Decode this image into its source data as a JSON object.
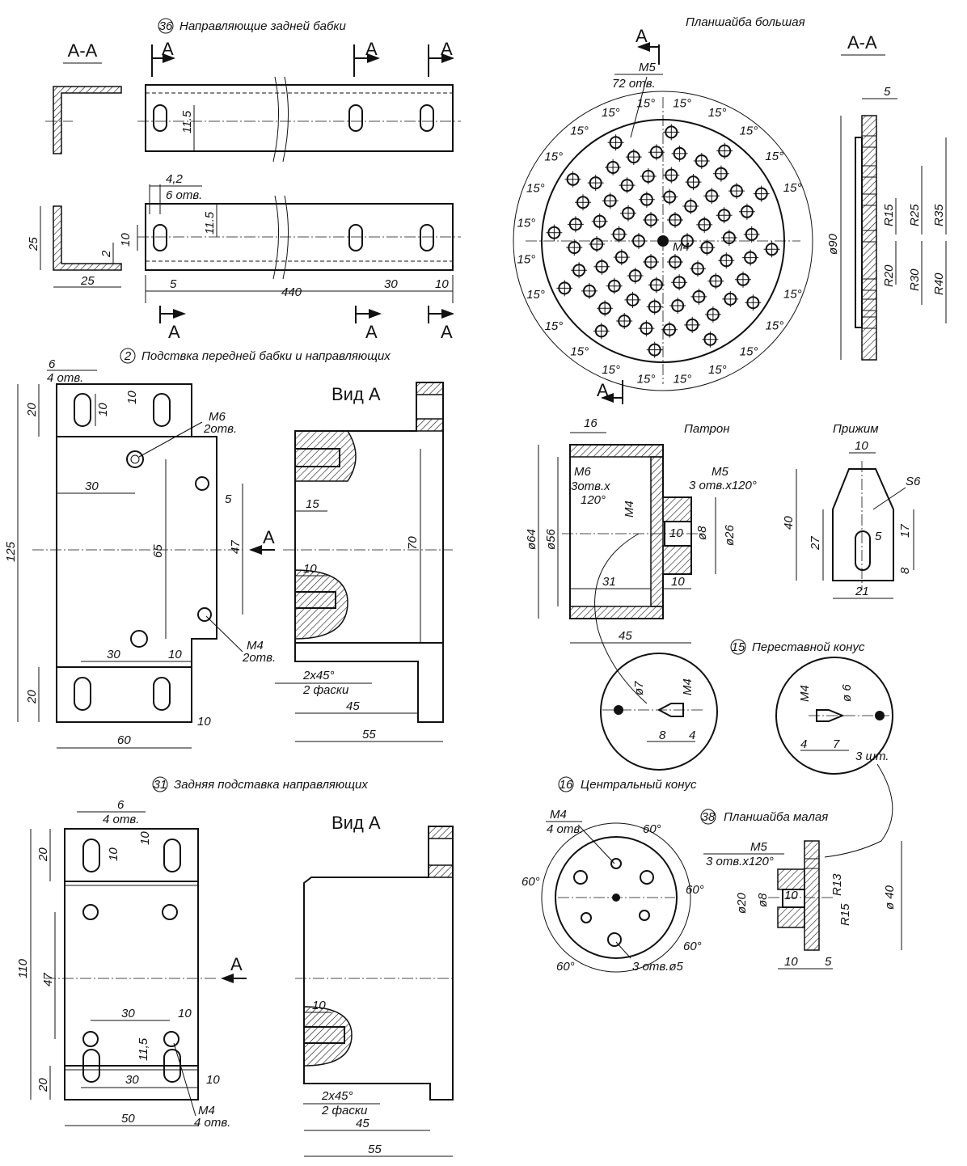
{
  "titles": {
    "rail": {
      "num": "36",
      "text": "Направляющие задней бабки"
    },
    "stand_front": {
      "num": "2",
      "text": "Подствка передней бабки и направляющих"
    },
    "stand_rear": {
      "num": "31",
      "text": "Задняя подставка направляющих"
    },
    "plate_big": "Планшайба большая",
    "chuck": "Патрон",
    "clamp": "Прижим",
    "cone_mov": {
      "num": "15",
      "text": "Переставной конус"
    },
    "cone_center": {
      "num": "16",
      "text": "Центральный конус"
    },
    "plate_small": {
      "num": "38",
      "text": "Планшайба малая"
    }
  },
  "labels": {
    "section_aa": "А-А",
    "letter_a": "А",
    "view_a": "Вид А"
  },
  "rail": {
    "d_11_5a": "11.5",
    "d_11_5b": "11.5",
    "d_4_2": "4,2",
    "holes_6": "6 отв.",
    "d_10": "10",
    "d_25a": "25",
    "d_25b": "25",
    "d_2": "2",
    "d_5": "5",
    "d_440": "440",
    "d_30": "30",
    "d_10b": "10"
  },
  "stand_front": {
    "d_6": "6",
    "holes_4": "4 отв.",
    "d_20a": "20",
    "d_10a": "10",
    "d_10b": "10",
    "m6": "М6",
    "m6_n": "2отв.",
    "d_30a": "30",
    "d_125": "125",
    "d_65": "65",
    "d_5": "5",
    "d_47": "47",
    "m4": "М4",
    "m4_n": "2отв.",
    "d_30b": "30",
    "d_10c": "10",
    "d_20b": "20",
    "d_10d": "10",
    "d_60": "60",
    "va_15": "15",
    "va_70": "70",
    "va_10": "10",
    "va_ch": "2x45°",
    "va_ch_n": "2 фаски",
    "va_45": "45",
    "va_55": "55"
  },
  "stand_rear": {
    "d_6": "6",
    "holes_4": "4 отв.",
    "d_20a": "20",
    "d_10a": "10",
    "d_10b": "10",
    "d_110": "110",
    "d_47": "47",
    "d_30a": "30",
    "d_10c": "10",
    "d_11_5": "11,5",
    "m4": "М4",
    "m4_n": "4 отв.",
    "d_20b": "20",
    "d_30b": "30",
    "d_10d": "10",
    "d_50": "50",
    "va_10": "10",
    "va_ch": "2x45°",
    "va_ch_n": "2 фаски",
    "va_45": "45",
    "va_55": "55"
  },
  "plate_big": {
    "m5": "М5",
    "m5_n": "72 отв.",
    "m4": "М4",
    "deg15": "15°",
    "d_90": "ø90",
    "d_5": "5",
    "r15": "R15",
    "r25": "R25",
    "r35": "R35",
    "r20": "R20",
    "r30": "R30",
    "r40": "R40"
  },
  "chuck": {
    "d_16": "16",
    "m6": "М6",
    "m6_n": "3отв.х",
    "m6_a": "120°",
    "m4": "М4",
    "m5": "М5",
    "m5_n": "3 отв.х120°",
    "d_64": "ø64",
    "d_56": "ø56",
    "d_10a": "10",
    "d_8": "ø8",
    "d_26": "ø26",
    "d_31": "31",
    "d_10b": "10",
    "d_45": "45",
    "z_7": "ø7",
    "z_m4": "М4",
    "z_8": "8",
    "z_4": "4"
  },
  "clamp": {
    "d_10": "10",
    "s6": "S6",
    "d_40": "40",
    "d_27": "27",
    "d_5": "5",
    "d_17": "17",
    "d_8": "8",
    "d_21": "21"
  },
  "cone_mov": {
    "m4": "М4",
    "d_6": "ø 6",
    "d_4": "4",
    "d_7": "7",
    "qty": "3 шт."
  },
  "cone_center": {
    "m4": "М4",
    "m4_n": "4 отв.",
    "a1": "60°",
    "a2": "60°",
    "a3": "60°",
    "a4": "60°",
    "a5": "60°",
    "holes": "3 отв.ø5"
  },
  "plate_small": {
    "m5": "М5",
    "m5_n": "3 отв.х120°",
    "d_20": "ø20",
    "d_8": "ø8",
    "d_10a": "10",
    "r13": "R13",
    "r15": "R15",
    "d_40": "ø 40",
    "d_10b": "10",
    "d_5": "5"
  }
}
